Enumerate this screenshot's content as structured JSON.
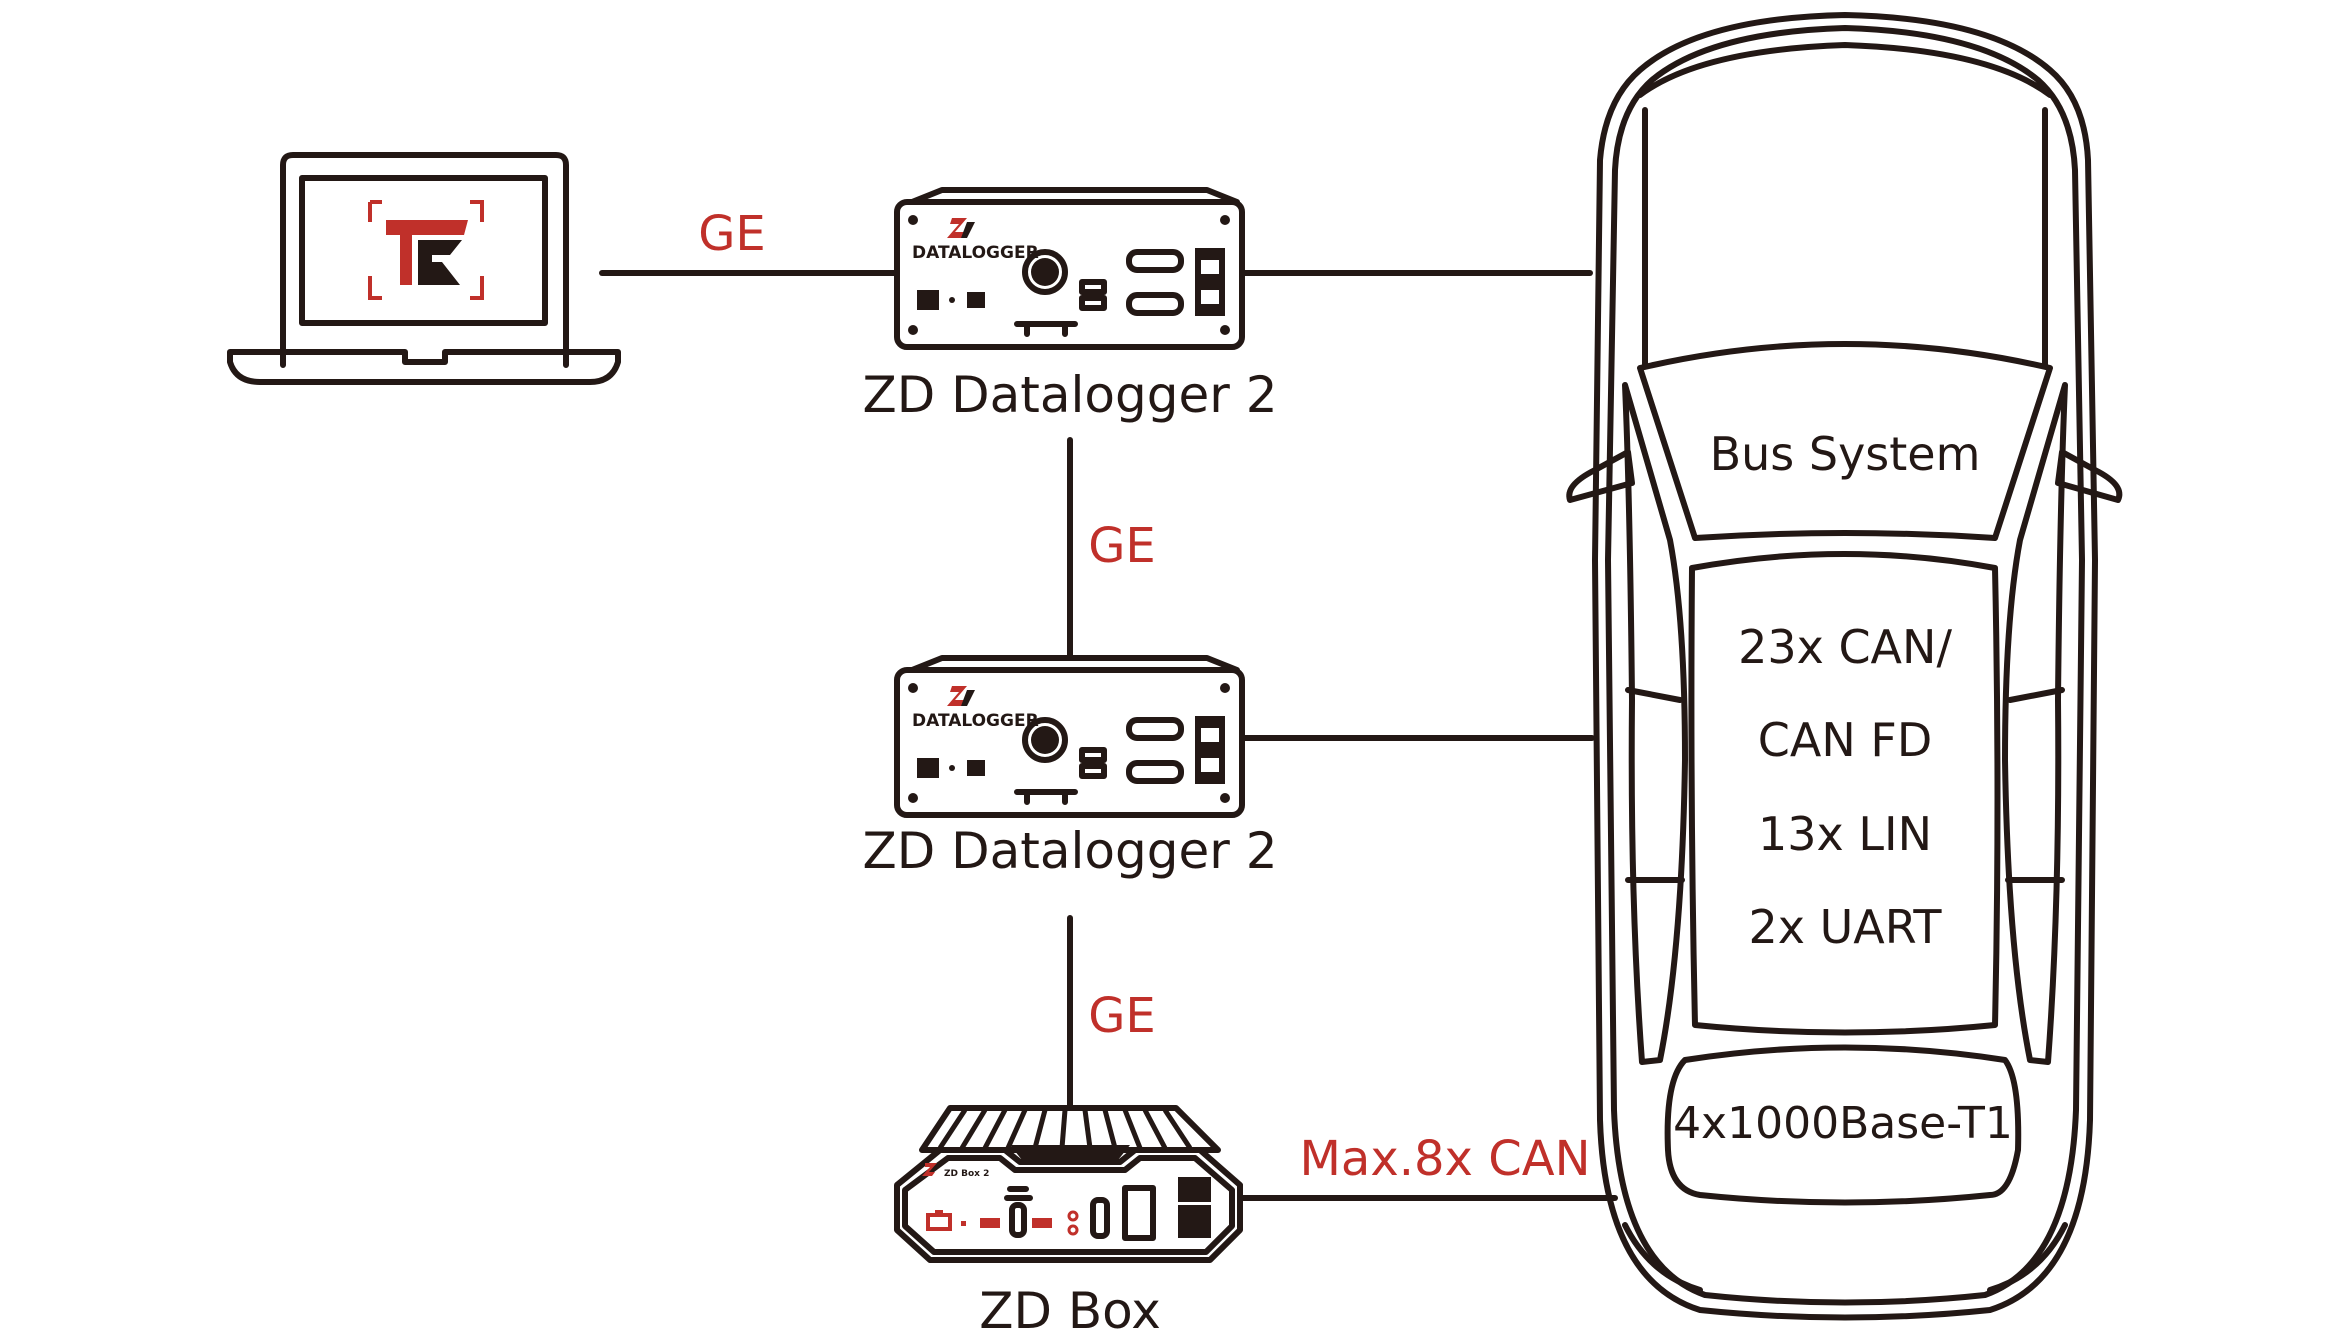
{
  "colors": {
    "accent": "#c0302a",
    "line": "#231815",
    "background": "#ffffff"
  },
  "laptop": {
    "icon": "laptop-icon",
    "logo": "TE"
  },
  "links": [
    {
      "label": "GE"
    },
    {
      "label": "GE"
    },
    {
      "label": "GE"
    },
    {
      "label": "Max.8x CAN"
    }
  ],
  "devices": [
    {
      "name": "ZD Datalogger 2",
      "panel_text": "DATALOGGER"
    },
    {
      "name": "ZD Datalogger 2",
      "panel_text": "DATALOGGER"
    },
    {
      "name": "ZD Box",
      "panel_text": "ZD Box 2"
    }
  ],
  "car": {
    "title": "Bus System",
    "interfaces": [
      "23x CAN/",
      "CAN FD",
      "13x LIN",
      "2x UART"
    ],
    "ethernet": "4x1000Base-T1"
  }
}
